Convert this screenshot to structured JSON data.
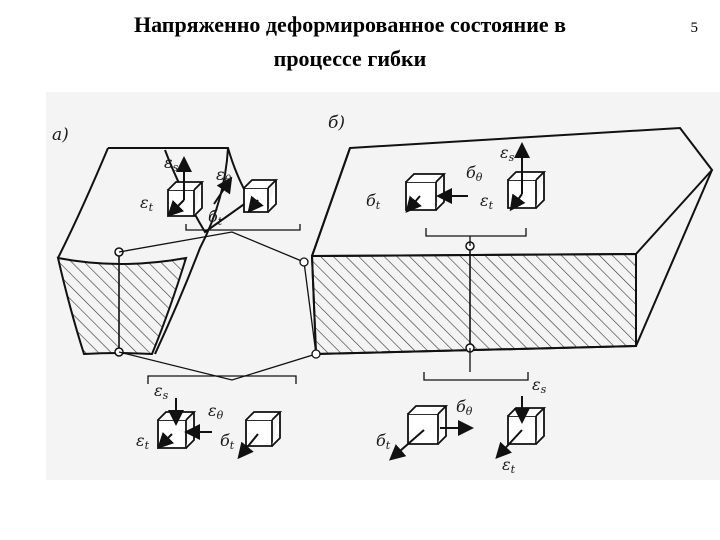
{
  "slide": {
    "title_line1": "Напряженно деформированное состояние в",
    "title_line2": "процессе гибки",
    "page_number": "5"
  },
  "figure": {
    "panel_a_label": "а)",
    "panel_b_label": "б)",
    "symbols": {
      "eps_s": "ε",
      "eps_s_sub": "s",
      "eps_theta": "ε",
      "eps_theta_sub": "θ",
      "eps_t": "ε",
      "eps_t_sub": "t",
      "sig_t": "б",
      "sig_t_sub": "t",
      "sig_theta": "б",
      "sig_theta_sub": "θ"
    }
  }
}
